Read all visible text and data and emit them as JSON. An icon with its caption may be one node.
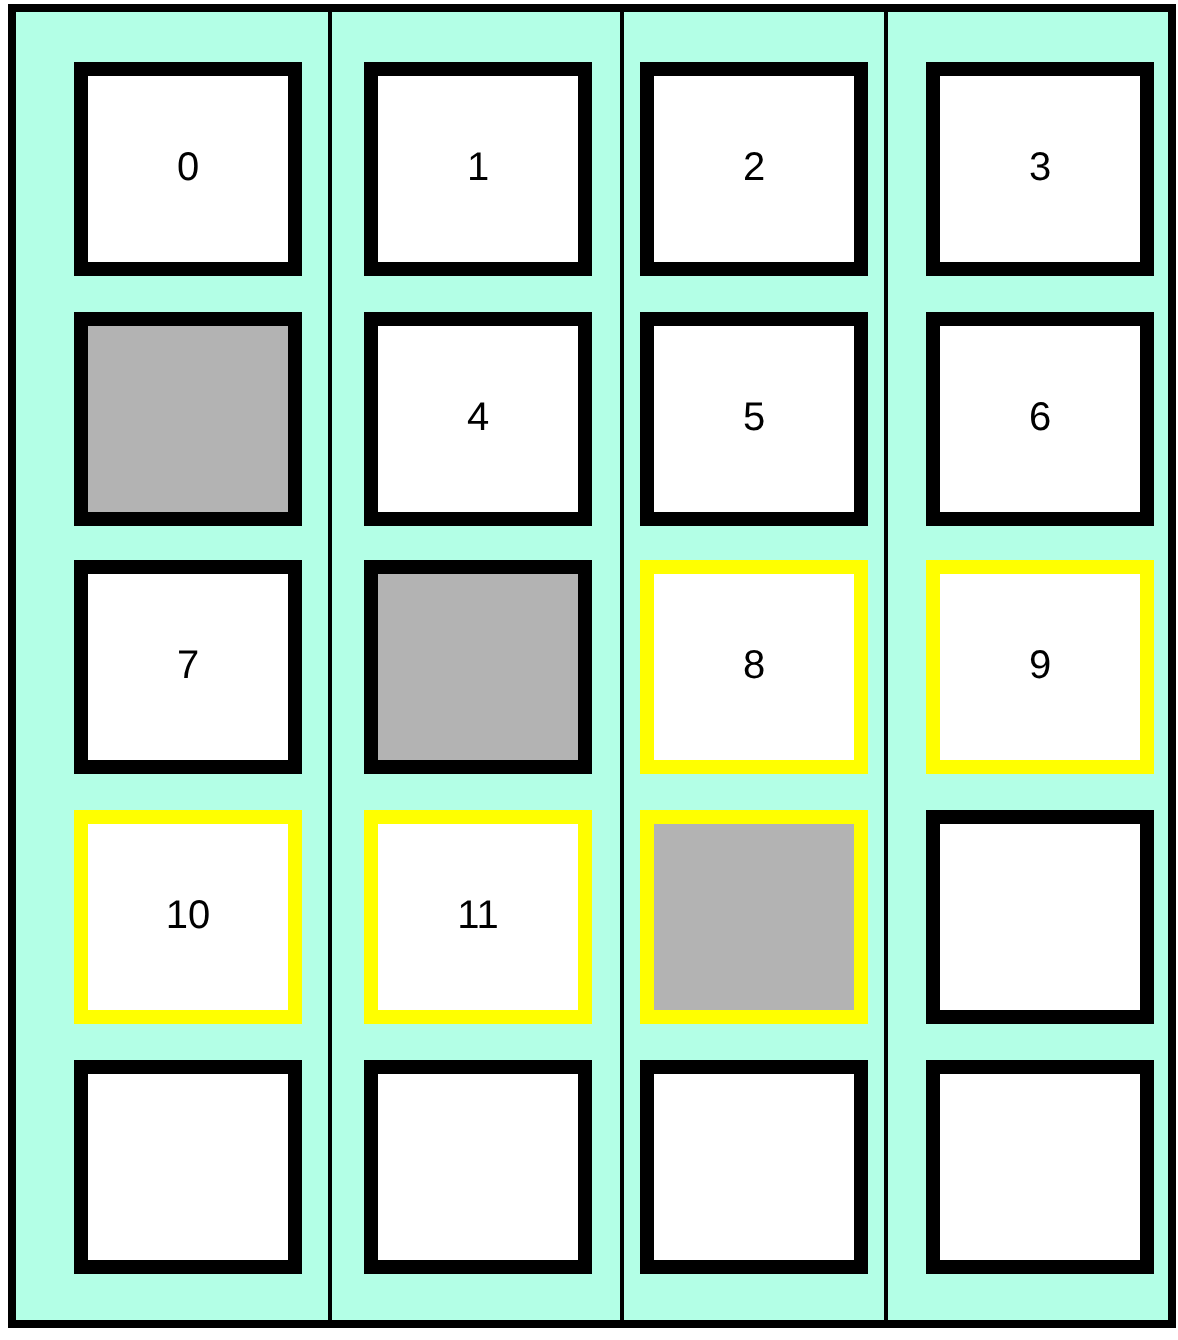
{
  "diagram": {
    "nodes": [
      {
        "text": [
          "0"
        ]
      },
      {
        "text": [
          "1"
        ]
      },
      {
        "text": [
          "2"
        ]
      },
      {
        "text": [
          "3"
        ]
      },
      {
        "text": [],
        "shape": "box"
      },
      {
        "text": [
          "4"
        ]
      },
      {
        "text": [
          "5"
        ]
      },
      {
        "text": [
          "6"
        ]
      },
      {
        "text": [
          "7"
        ]
      },
      {
        "text": [],
        "shape": "box"
      },
      {
        "text": [
          "8"
        ]
      },
      {
        "text": [
          "9"
        ]
      },
      {
        "text": [
          "10"
        ]
      },
      {
        "text": [
          "11"
        ]
      },
      {
        "text": [],
        "shape": "box"
      },
      {
        "text": [],
        "shape": "box"
      },
      {
        "text": [],
        "shape": "box"
      },
      {
        "text": [],
        "shape": "box"
      },
      {
        "text": [],
        "shape": "box"
      },
      {
        "text": [],
        "shape": "box"
      }
    ]
  }
}
